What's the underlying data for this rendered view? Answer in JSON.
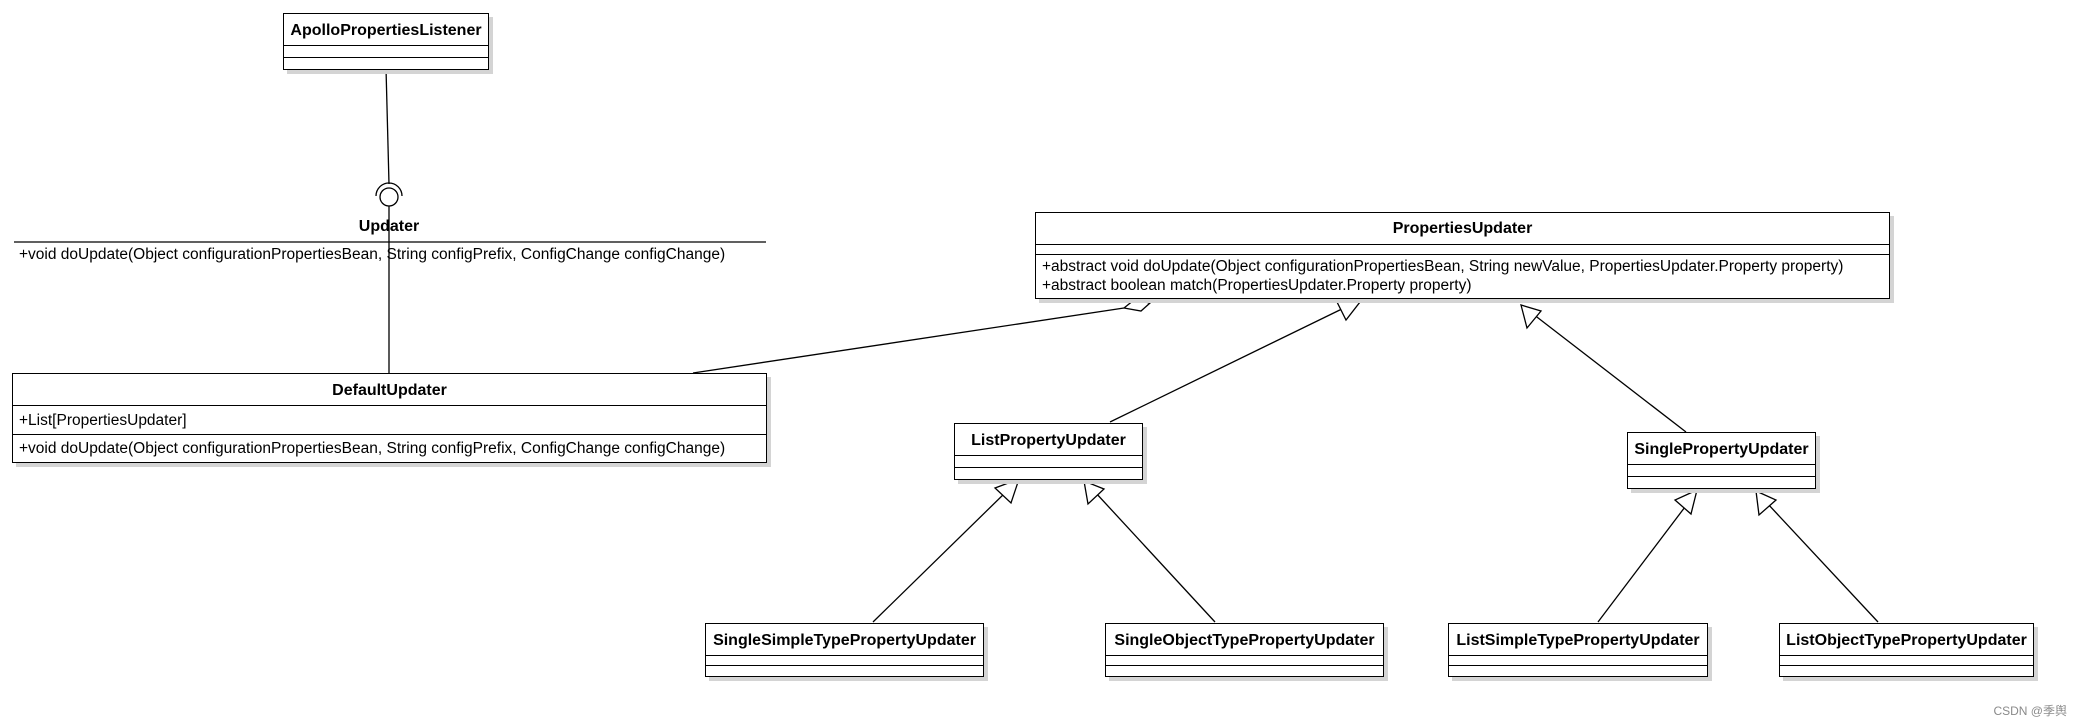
{
  "diagram": {
    "classes": {
      "apollo_listener": {
        "name": "ApolloPropertiesListener",
        "attributes": [],
        "operations": []
      },
      "default_updater": {
        "name": "DefaultUpdater",
        "attributes": [
          "+List[PropertiesUpdater]"
        ],
        "operations": [
          "+void doUpdate(Object configurationPropertiesBean, String configPrefix, ConfigChange configChange)"
        ]
      },
      "properties_updater": {
        "name": "PropertiesUpdater",
        "attributes": [],
        "operations": [
          "+abstract void doUpdate(Object configurationPropertiesBean, String newValue, PropertiesUpdater.Property property)",
          "+abstract boolean match(PropertiesUpdater.Property property)"
        ]
      },
      "list_property_updater": {
        "name": "ListPropertyUpdater",
        "attributes": [],
        "operations": []
      },
      "single_property_updater": {
        "name": "SinglePropertyUpdater",
        "attributes": [],
        "operations": []
      },
      "single_simple_type_property_updater": {
        "name": "SingleSimpleTypePropertyUpdater",
        "attributes": [],
        "operations": []
      },
      "single_object_type_property_updater": {
        "name": "SingleObjectTypePropertyUpdater",
        "attributes": [],
        "operations": []
      },
      "list_simple_type_property_updater": {
        "name": "ListSimpleTypePropertyUpdater",
        "attributes": [],
        "operations": []
      },
      "list_object_type_property_updater": {
        "name": "ListObjectTypePropertyUpdater",
        "attributes": [],
        "operations": []
      }
    },
    "interface": {
      "name": "Updater",
      "operation": "+void doUpdate(Object configurationPropertiesBean, String configPrefix, ConfigChange configChange)"
    },
    "relations": [
      {
        "type": "required-interface",
        "from": "ApolloPropertiesListener",
        "to": "Updater"
      },
      {
        "type": "realization-lollipop",
        "from": "DefaultUpdater",
        "to": "Updater"
      },
      {
        "type": "aggregation",
        "from": "DefaultUpdater",
        "to": "PropertiesUpdater"
      },
      {
        "type": "generalization",
        "from": "ListPropertyUpdater",
        "to": "PropertiesUpdater"
      },
      {
        "type": "generalization",
        "from": "SinglePropertyUpdater",
        "to": "PropertiesUpdater"
      },
      {
        "type": "generalization",
        "from": "SingleSimpleTypePropertyUpdater",
        "to": "ListPropertyUpdater"
      },
      {
        "type": "generalization",
        "from": "SingleObjectTypePropertyUpdater",
        "to": "ListPropertyUpdater"
      },
      {
        "type": "generalization",
        "from": "ListSimpleTypePropertyUpdater",
        "to": "SinglePropertyUpdater"
      },
      {
        "type": "generalization",
        "from": "ListObjectTypePropertyUpdater",
        "to": "SinglePropertyUpdater"
      }
    ],
    "colors": {
      "line": "#000000",
      "box_fill": "#ffffff",
      "shadow": "#d4d4d4",
      "watermark": "#8a8a8a"
    }
  },
  "watermark": "CSDN @季舆"
}
